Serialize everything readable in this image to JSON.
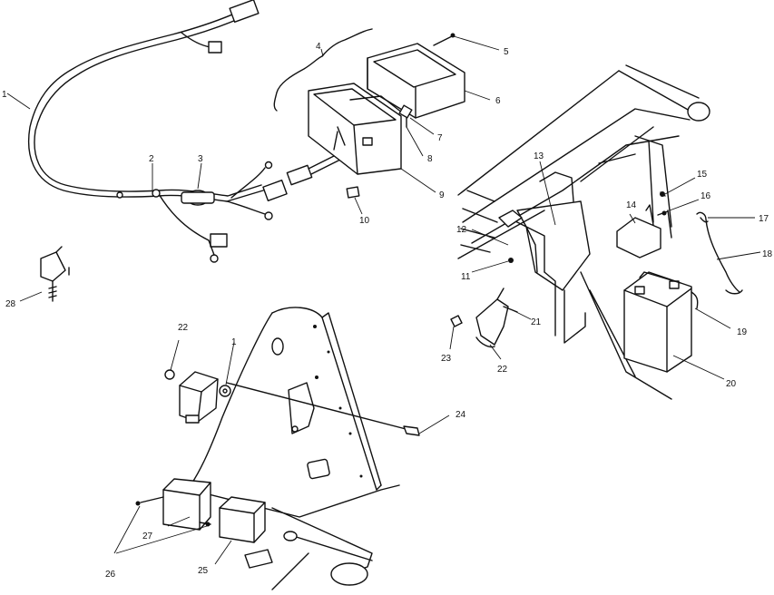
{
  "callouts": {
    "c1": "1",
    "c2": "2",
    "c3": "3",
    "c4": "4",
    "c5": "5",
    "c6": "6",
    "c7": "7",
    "c8": "8",
    "c9": "9",
    "c10": "10",
    "c11": "11",
    "c12": "12",
    "c13": "13",
    "c14": "14",
    "c15": "15",
    "c16": "16",
    "c17": "17",
    "c18": "18",
    "c19": "19",
    "c20": "20",
    "c21": "21",
    "c22": "22",
    "c23": "23",
    "c24": "24",
    "c25": "25",
    "c26": "26",
    "c27": "27",
    "c28": "28",
    "c22b": "22",
    "c1b": "1"
  }
}
